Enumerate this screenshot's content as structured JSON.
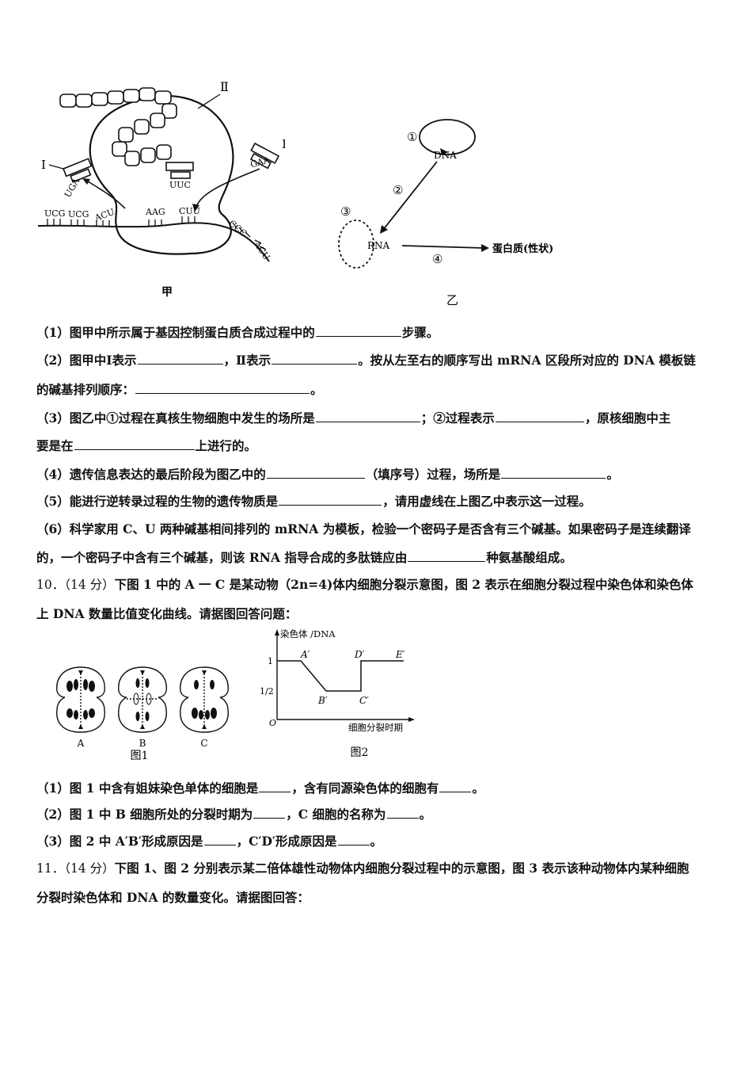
{
  "fig_jia": {
    "label_I_left": "I",
    "label_I_right": "I",
    "label_II": "Ⅱ",
    "anticodon_left": "UGA",
    "anticodon_mid": "UUC",
    "anticodon_right": "GAA",
    "mrna_codons": [
      "UCG",
      "UCG",
      "ACU",
      "AAG",
      "CUU",
      "CCC",
      "ACU"
    ],
    "caption": "甲"
  },
  "fig_yi": {
    "step1": "①",
    "step2": "②",
    "step3": "③",
    "step4": "④",
    "dna": "DNA",
    "rna": "RNA",
    "protein": "蛋白质(性状)",
    "caption": "乙"
  },
  "q9": {
    "p1_a": "（1）图甲中所示属于基因控制蛋白质合成过程中的",
    "p1_b": "步骤。",
    "p2_a": "（2）图甲中Ⅰ表示",
    "p2_b": "，Ⅱ表示",
    "p2_c": "。按从左至右的顺序写出 mRNA 区段所对应的 DNA 模板链",
    "p2_d": "的碱基排列顺序：",
    "p2_e": "。",
    "p3_a": "（3）图乙中①过程在真核生物细胞中发生的场所是",
    "p3_b": "；②过程表示",
    "p3_c": "，原核细胞中主",
    "p3_d": "要是在",
    "p3_e": "上进行的。",
    "p4_a": "（4）遗传信息表达的最后阶段为图乙中的",
    "p4_b": "（填序号）过程，场所是",
    "p4_c": "。",
    "p5_a": "（5）能进行逆转录过程的生物的遗传物质是",
    "p5_b": "，请用虚线在上图乙中表示这一过程。",
    "p6_a": "（6）科学家用 C、U 两种碱基相间排列的 mRNA 为模板，检验一个密码子是否含有三个碱基。如果密码子是连续翻译",
    "p6_b": "的，一个密码子中含有三个碱基，则该 RNA 指导合成的多肽链应由",
    "p6_c": "种氨基酸组成。"
  },
  "q10": {
    "num": "10．",
    "score": "（14 分）",
    "stem_a": "下图 1 中的 A 一 C 是某动物（2n=4)体内细胞分裂示意图，图 2 表示在细胞分裂过程中染色体和染色体",
    "stem_b": "上 DNA 数量比值变化曲线。请据图回答问题：",
    "fig1_cells": [
      "A",
      "B",
      "C"
    ],
    "fig1_caption": "图1",
    "fig2_caption": "图2",
    "fig2_ylabel": "染色体 /DNA",
    "fig2_xlabel": "细胞分裂时期",
    "fig2_origin": "O",
    "fig2_yticks": [
      "1",
      "1/2"
    ],
    "fig2_points": [
      "A′",
      "B′",
      "C′",
      "D′",
      "E′"
    ],
    "p1_a": "（1）图 1 中含有姐妹染色单体的细胞是",
    "p1_b": "，含有同源染色体的细胞有",
    "p1_c": "。",
    "p2_a": "（2）图 1 中 B 细胞所处的分裂时期为",
    "p2_b": "，C 细胞的名称为",
    "p2_c": "。",
    "p3_a": "（3）图 2 中 A′B′形成原因是",
    "p3_b": "，C′D′形成原因是",
    "p3_c": "。"
  },
  "q11": {
    "num": "11．",
    "score": "（14 分）",
    "stem_a": "下图 1、图 2 分别表示某二倍体雄性动物体内细胞分裂过程中的示意图，图 3 表示该种动物体内某种细胞",
    "stem_b": "分裂时染色体和 DNA 的数量变化。请据图回答："
  }
}
